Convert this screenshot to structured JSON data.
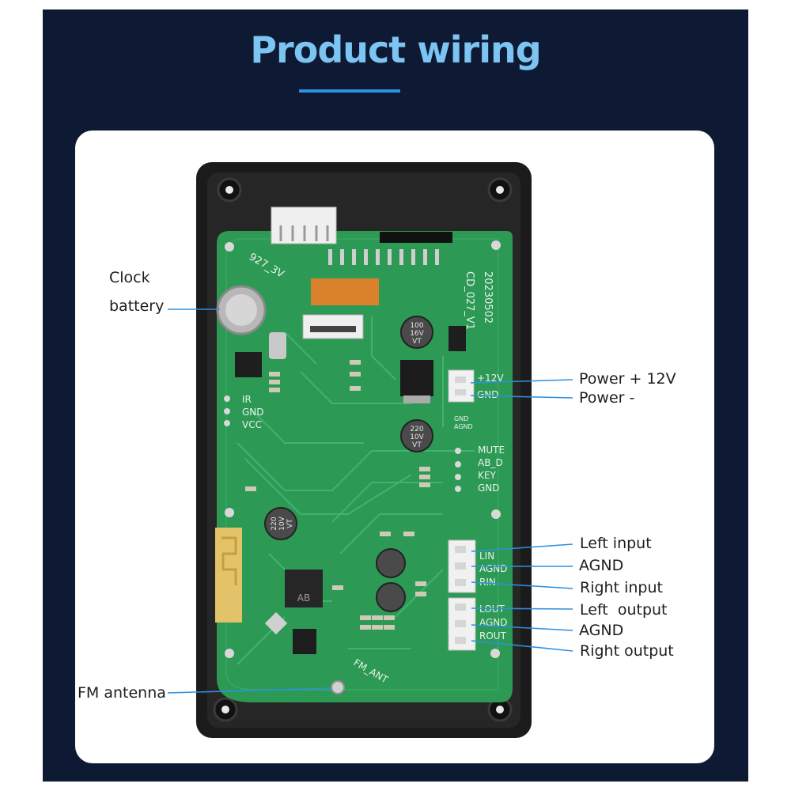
{
  "title": "Product wiring",
  "board": {
    "model": "927_3V",
    "part": "CD_027_V1",
    "date": "20230502",
    "silk_power_pos": "+12V",
    "silk_power_gnd": "GND",
    "silk_gnd": "GND",
    "silk_agnd": "AGND",
    "silk_mute": "MUTE",
    "silk_abd": "AB_D",
    "silk_key": "KEY",
    "silk_key_gnd": "GND",
    "silk_lin": "LIN",
    "silk_agnd_in": "AGND",
    "silk_rin": "RIN",
    "silk_lout": "LOUT",
    "silk_agnd_out": "AGND",
    "silk_rout": "ROUT",
    "silk_ir": "IR",
    "silk_ir_gnd": "GND",
    "silk_vcc": "VCC",
    "silk_fm_ant": "FM_ANT",
    "cap_c25": [
      "100",
      "16V",
      "VT"
    ],
    "cap_c7": [
      "220",
      "10V",
      "VT"
    ],
    "cap_c8": [
      "220",
      "10V",
      "VT"
    ],
    "chip_marking": "AB"
  },
  "labels": {
    "clock": "Clock",
    "battery": "battery",
    "power_pos": "Power + 12V",
    "power_neg": "Power -",
    "left_input": "Left input",
    "agnd_1": "AGND",
    "right_input": "Right input",
    "left_output": "Left  output",
    "agnd_2": "AGND",
    "right_output": "Right output",
    "fm_antenna": "FM antenna"
  },
  "colors": {
    "background": "#0e1a33",
    "title": "#7cc4f2",
    "accent_line": "#2f8fe0",
    "pcb": "#2c9a55",
    "callout_line": "#2f8fe0"
  }
}
